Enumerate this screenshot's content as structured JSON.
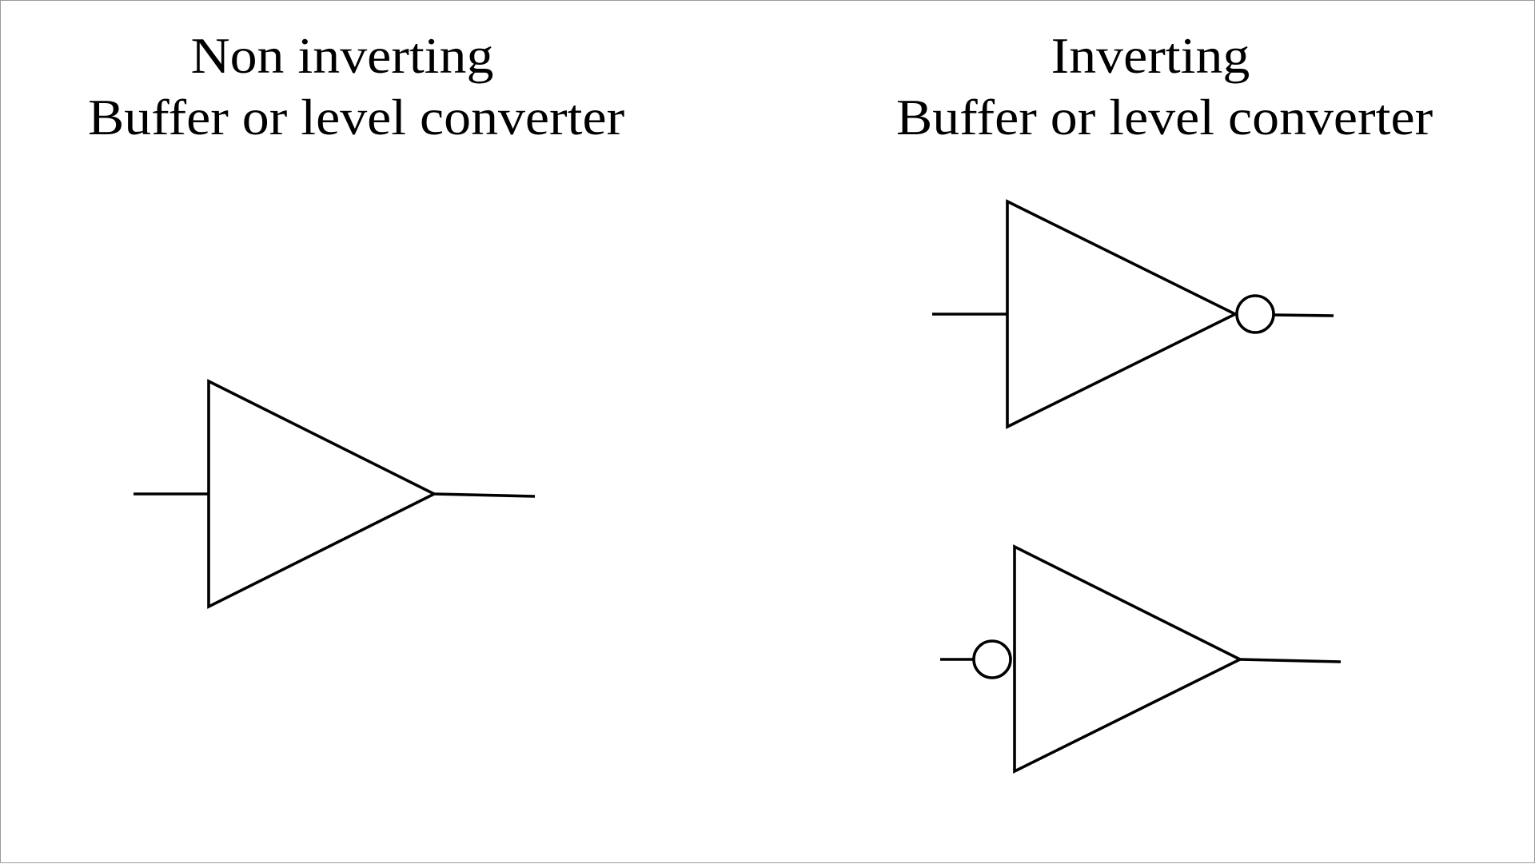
{
  "sections": [
    {
      "id": "non-inverting",
      "heading_line1": "Non inverting",
      "heading_line2": "Buffer or level converter",
      "symbols": [
        {
          "type": "buffer",
          "inversion": "none"
        }
      ]
    },
    {
      "id": "inverting",
      "heading_line1": "Inverting",
      "heading_line2": "Buffer or level converter",
      "symbols": [
        {
          "type": "buffer",
          "inversion": "output-bubble"
        },
        {
          "type": "buffer",
          "inversion": "input-bubble"
        }
      ]
    }
  ],
  "colors": {
    "stroke": "#000000",
    "background": "#ffffff",
    "border": "#9a9a9a"
  }
}
